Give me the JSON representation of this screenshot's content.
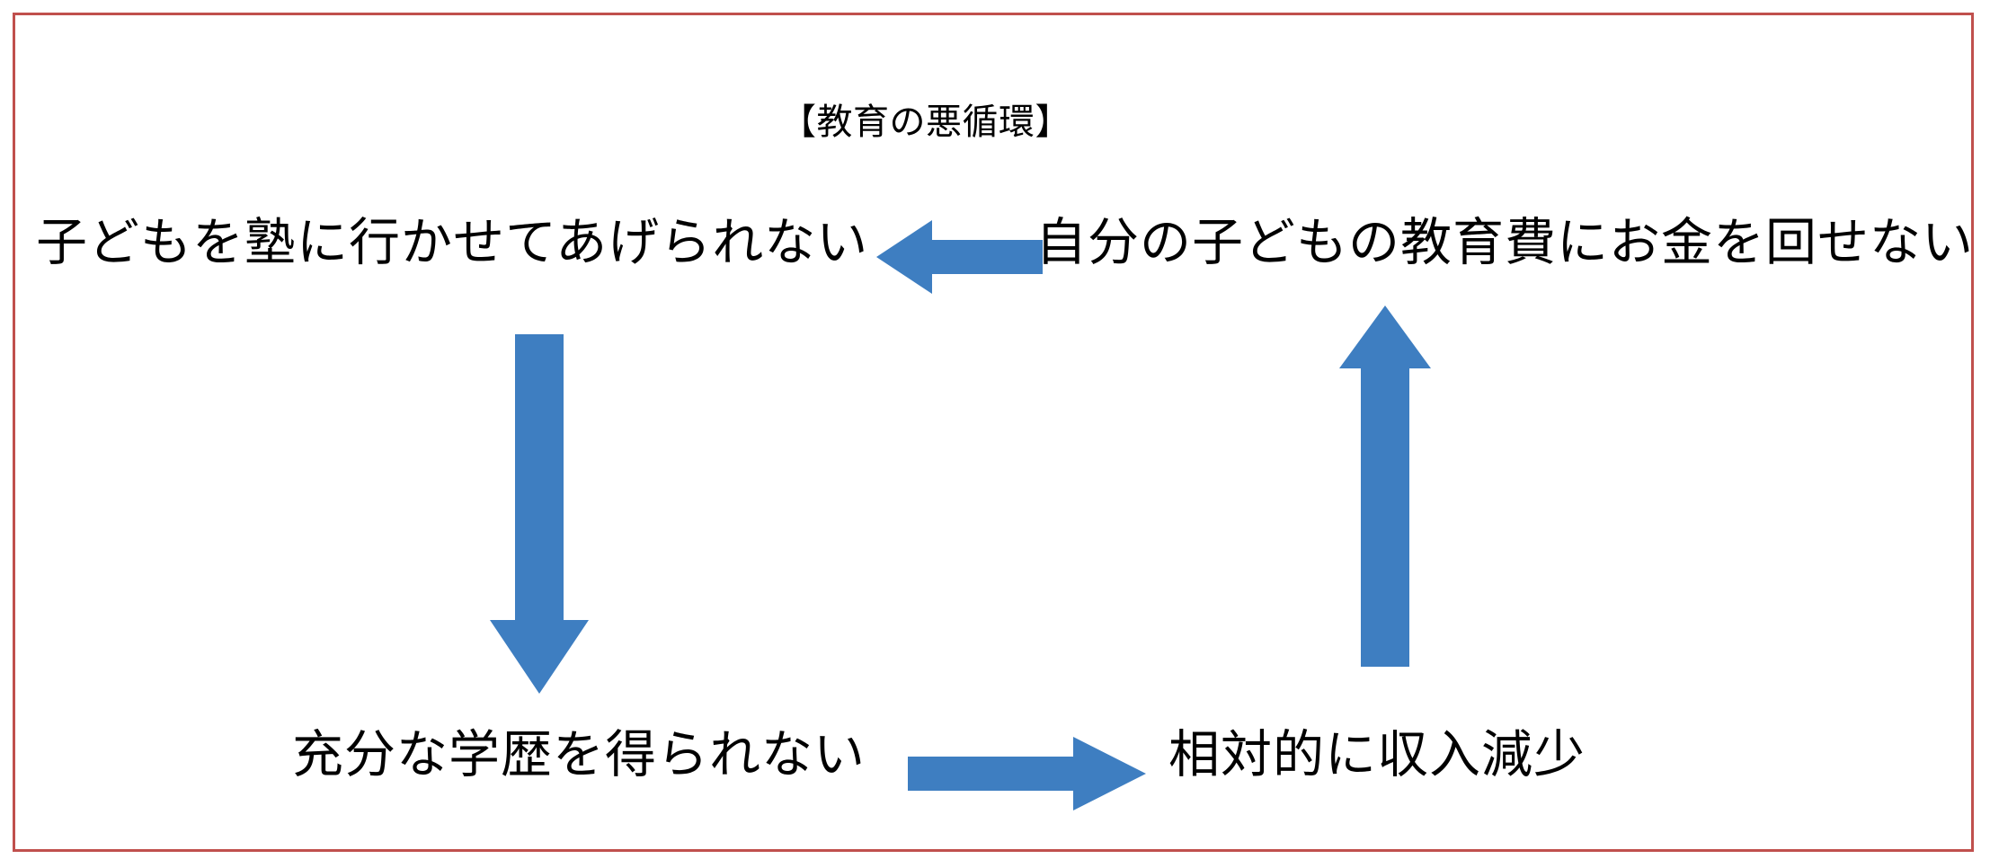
{
  "page": {
    "title": "【教育の悪循環】",
    "border_color": "#c0504d",
    "background_color": "#ffffff",
    "text_color": "#000000",
    "arrow_color": "#3e7ec1"
  },
  "diagram": {
    "type": "cycle",
    "title": "【教育の悪循環】",
    "nodes": [
      {
        "id": "top-left",
        "label": "子どもを塾に行かせてあげられない",
        "position": "top-left"
      },
      {
        "id": "top-right",
        "label": "自分の子どもの教育費にお金を回せない",
        "position": "top-right"
      },
      {
        "id": "bottom-left",
        "label": "充分な学歴を得られない",
        "position": "bottom-left"
      },
      {
        "id": "bottom-right",
        "label": "相対的に収入減少",
        "position": "bottom-right"
      }
    ],
    "arrows": [
      {
        "id": "arrow-left",
        "direction": "left",
        "from": "top-right",
        "to": "top-left",
        "icon": "arrow-left-icon"
      },
      {
        "id": "arrow-down",
        "direction": "down",
        "from": "top-left",
        "to": "bottom-left",
        "icon": "arrow-down-icon"
      },
      {
        "id": "arrow-right",
        "direction": "right",
        "from": "bottom-left",
        "to": "bottom-right",
        "icon": "arrow-right-icon"
      },
      {
        "id": "arrow-up",
        "direction": "up",
        "from": "bottom-right",
        "to": "top-right",
        "icon": "arrow-up-icon"
      }
    ]
  }
}
